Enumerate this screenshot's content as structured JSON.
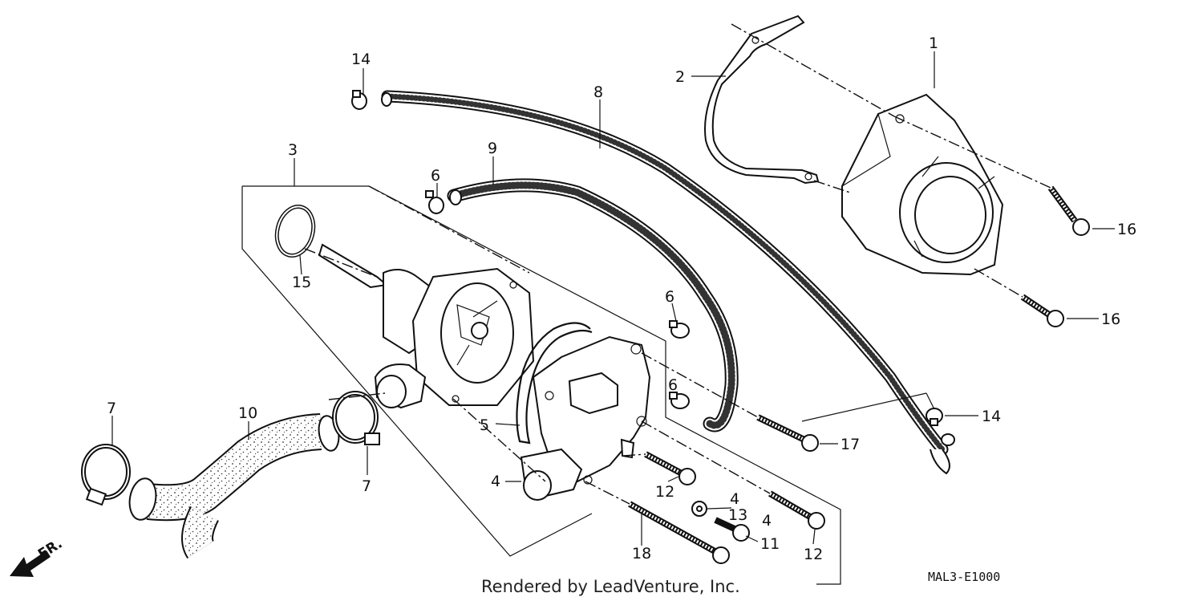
{
  "diagram": {
    "callouts": [
      {
        "id": "c1",
        "label": "1"
      },
      {
        "id": "c2",
        "label": "2"
      },
      {
        "id": "c3",
        "label": "3"
      },
      {
        "id": "c4a",
        "label": "4"
      },
      {
        "id": "c4b",
        "label": "4"
      },
      {
        "id": "c4c",
        "label": "4"
      },
      {
        "id": "c5",
        "label": "5"
      },
      {
        "id": "c6a",
        "label": "6"
      },
      {
        "id": "c6b",
        "label": "6"
      },
      {
        "id": "c6c",
        "label": "6"
      },
      {
        "id": "c7a",
        "label": "7"
      },
      {
        "id": "c7b",
        "label": "7"
      },
      {
        "id": "c8",
        "label": "8"
      },
      {
        "id": "c9",
        "label": "9"
      },
      {
        "id": "c10",
        "label": "10"
      },
      {
        "id": "c11",
        "label": "11"
      },
      {
        "id": "c12a",
        "label": "12"
      },
      {
        "id": "c12b",
        "label": "12"
      },
      {
        "id": "c13",
        "label": "13"
      },
      {
        "id": "c14a",
        "label": "14"
      },
      {
        "id": "c14b",
        "label": "14"
      },
      {
        "id": "c15",
        "label": "15"
      },
      {
        "id": "c16a",
        "label": "16"
      },
      {
        "id": "c16b",
        "label": "16"
      },
      {
        "id": "c17",
        "label": "17"
      },
      {
        "id": "c18",
        "label": "18"
      }
    ],
    "direction_label": "FR.",
    "diagram_code": "MAL3-E1000",
    "credit": "Rendered by LeadVenture, Inc."
  }
}
